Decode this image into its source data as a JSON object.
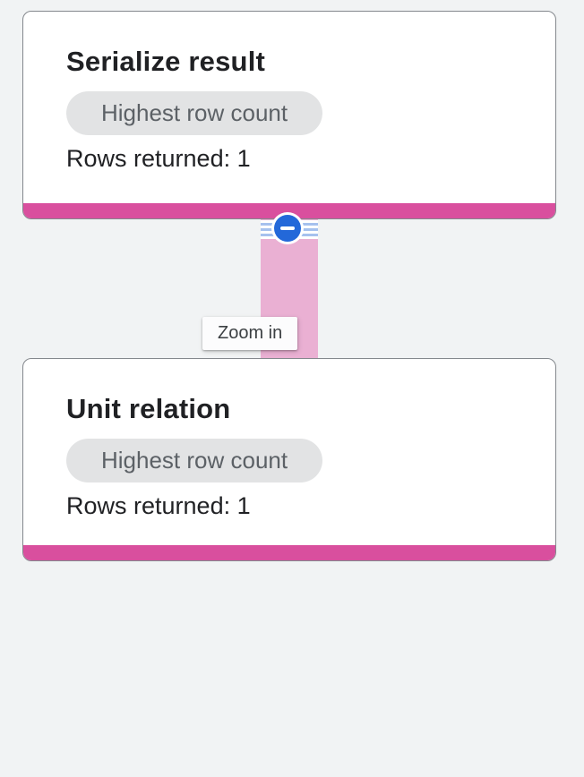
{
  "app": {
    "background_color": "#f1f3f4"
  },
  "graph": {
    "nodes": [
      {
        "title": "Serialize result",
        "badge": "Highest row count",
        "rows": "Rows returned: 1",
        "accent_color": "#d94f9e"
      },
      {
        "title": "Unit relation",
        "badge": "Highest row count",
        "rows": "Rows returned: 1",
        "accent_color": "#d94f9e"
      }
    ],
    "edge": {
      "band_color": "#eab0d3",
      "stripe_color": "#a6c1ee",
      "button_color": "#2368d9",
      "icon": "minus-icon"
    },
    "tooltip": {
      "text": "Zoom in"
    }
  }
}
